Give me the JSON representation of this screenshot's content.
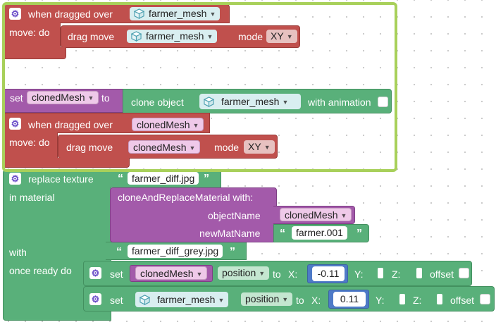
{
  "colors": {
    "event_block": "#c0504d",
    "set_block": "#a35aaa",
    "texture_block": "#59b07a",
    "number_block": "#4e7ac7",
    "selection_outline": "#a8d05a"
  },
  "icons": {
    "settings": "gear-icon",
    "mesh": "cube-icon"
  },
  "block1": {
    "header_label": "when dragged over",
    "mesh_dropdown": "farmer_mesh",
    "body_label": "move: do",
    "drag_label": "drag move",
    "drag_mesh": "farmer_mesh",
    "mode_label": "mode",
    "mode_value": "XY"
  },
  "set_block": {
    "set_label": "set",
    "variable": "clonedMesh",
    "to_label": "to",
    "clone_label": "clone object",
    "clone_mesh": "farmer_mesh",
    "animation_label": "with animation"
  },
  "block2": {
    "header_label": "when dragged over",
    "mesh_dropdown": "clonedMesh",
    "body_label": "move: do",
    "drag_label": "drag move",
    "drag_mesh": "clonedMesh",
    "mode_label": "mode",
    "mode_value": "XY"
  },
  "texture": {
    "replace_label": "replace texture",
    "texture_file": "farmer_diff.jpg",
    "material_label": "in material",
    "clone_replace_label": "cloneAndReplaceMaterial  with:",
    "object_name_label": "objectName",
    "object_name_value": "clonedMesh",
    "new_mat_label": "newMatName",
    "new_mat_value": "farmer.001",
    "with_label": "with",
    "with_file": "farmer_diff_grey.jpg",
    "once_label": "once ready do"
  },
  "set1": {
    "set_label": "set",
    "mesh": "clonedMesh",
    "property": "position",
    "to_label": "to",
    "x_label": "X:",
    "x_value": "-0.11",
    "y_label": "Y:",
    "z_label": "Z:",
    "offset_label": "offset"
  },
  "set2": {
    "set_label": "set",
    "mesh": "farmer_mesh",
    "property": "position",
    "to_label": "to",
    "x_label": "X:",
    "x_value": "0.11",
    "y_label": "Y:",
    "z_label": "Z:",
    "offset_label": "offset"
  }
}
